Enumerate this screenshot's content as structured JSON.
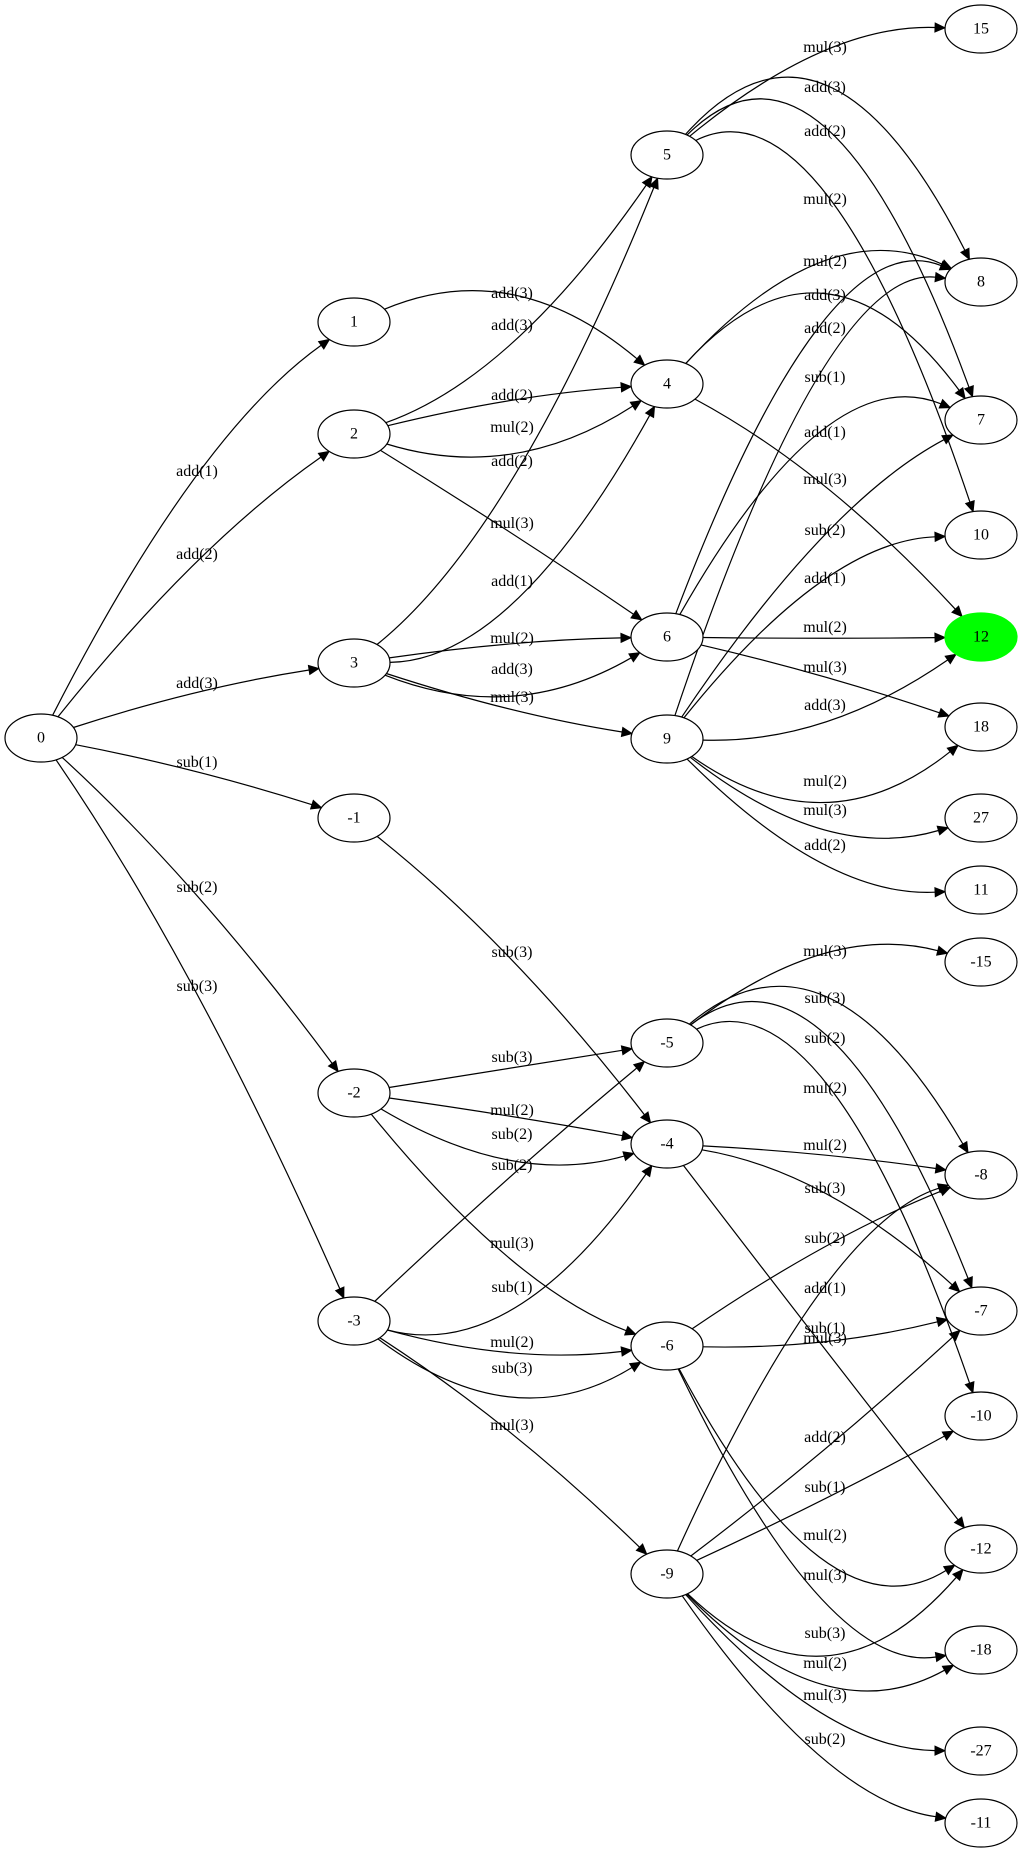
{
  "graph": {
    "highlight_color": "#00ff00",
    "nodes": [
      {
        "id": "0",
        "label": "0"
      },
      {
        "id": "1",
        "label": "1"
      },
      {
        "id": "2",
        "label": "2"
      },
      {
        "id": "3",
        "label": "3"
      },
      {
        "id": "-1",
        "label": "-1"
      },
      {
        "id": "-2",
        "label": "-2"
      },
      {
        "id": "-3",
        "label": "-3"
      },
      {
        "id": "5",
        "label": "5"
      },
      {
        "id": "4",
        "label": "4"
      },
      {
        "id": "6",
        "label": "6"
      },
      {
        "id": "9",
        "label": "9"
      },
      {
        "id": "-5",
        "label": "-5"
      },
      {
        "id": "-4",
        "label": "-4"
      },
      {
        "id": "-6",
        "label": "-6"
      },
      {
        "id": "-9",
        "label": "-9"
      },
      {
        "id": "15",
        "label": "15"
      },
      {
        "id": "8",
        "label": "8"
      },
      {
        "id": "7",
        "label": "7"
      },
      {
        "id": "10",
        "label": "10"
      },
      {
        "id": "12",
        "label": "12",
        "highlighted": true
      },
      {
        "id": "18",
        "label": "18"
      },
      {
        "id": "27",
        "label": "27"
      },
      {
        "id": "11",
        "label": "11"
      },
      {
        "id": "-15",
        "label": "-15"
      },
      {
        "id": "-8",
        "label": "-8"
      },
      {
        "id": "-7",
        "label": "-7"
      },
      {
        "id": "-10",
        "label": "-10"
      },
      {
        "id": "-12",
        "label": "-12"
      },
      {
        "id": "-18",
        "label": "-18"
      },
      {
        "id": "-27",
        "label": "-27"
      },
      {
        "id": "-11",
        "label": "-11"
      }
    ],
    "edges": [
      {
        "from": "0",
        "to": "1",
        "label": "add(1)"
      },
      {
        "from": "0",
        "to": "2",
        "label": "add(2)"
      },
      {
        "from": "0",
        "to": "3",
        "label": "add(3)"
      },
      {
        "from": "0",
        "to": "-1",
        "label": "sub(1)"
      },
      {
        "from": "0",
        "to": "-2",
        "label": "sub(2)"
      },
      {
        "from": "0",
        "to": "-3",
        "label": "sub(3)"
      },
      {
        "from": "1",
        "to": "4",
        "label": "add(3)"
      },
      {
        "from": "2",
        "to": "5",
        "label": "add(3)"
      },
      {
        "from": "2",
        "to": "4",
        "label": "add(2)"
      },
      {
        "from": "2",
        "to": "4",
        "label": "mul(2)"
      },
      {
        "from": "2",
        "to": "6",
        "label": "mul(3)"
      },
      {
        "from": "3",
        "to": "5",
        "label": "add(2)"
      },
      {
        "from": "3",
        "to": "4",
        "label": "add(1)"
      },
      {
        "from": "3",
        "to": "6",
        "label": "mul(2)"
      },
      {
        "from": "3",
        "to": "6",
        "label": "add(3)"
      },
      {
        "from": "3",
        "to": "9",
        "label": "mul(3)"
      },
      {
        "from": "5",
        "to": "15",
        "label": "mul(3)"
      },
      {
        "from": "5",
        "to": "8",
        "label": "add(3)"
      },
      {
        "from": "5",
        "to": "7",
        "label": "add(2)"
      },
      {
        "from": "5",
        "to": "10",
        "label": "mul(2)"
      },
      {
        "from": "4",
        "to": "8",
        "label": "mul(2)"
      },
      {
        "from": "4",
        "to": "7",
        "label": "add(3)"
      },
      {
        "from": "4",
        "to": "12",
        "label": "mul(3)"
      },
      {
        "from": "6",
        "to": "8",
        "label": "add(2)"
      },
      {
        "from": "6",
        "to": "7",
        "label": "add(1)"
      },
      {
        "from": "6",
        "to": "12",
        "label": "mul(2)"
      },
      {
        "from": "6",
        "to": "18",
        "label": "mul(3)"
      },
      {
        "from": "9",
        "to": "8",
        "label": "sub(1)"
      },
      {
        "from": "9",
        "to": "7",
        "label": "sub(2)"
      },
      {
        "from": "9",
        "to": "10",
        "label": "add(1)"
      },
      {
        "from": "9",
        "to": "12",
        "label": "add(3)"
      },
      {
        "from": "9",
        "to": "18",
        "label": "mul(2)"
      },
      {
        "from": "9",
        "to": "27",
        "label": "mul(3)"
      },
      {
        "from": "9",
        "to": "11",
        "label": "add(2)"
      },
      {
        "from": "-1",
        "to": "-4",
        "label": "sub(3)"
      },
      {
        "from": "-2",
        "to": "-5",
        "label": "sub(3)"
      },
      {
        "from": "-2",
        "to": "-4",
        "label": "mul(2)"
      },
      {
        "from": "-2",
        "to": "-4",
        "label": "sub(2)"
      },
      {
        "from": "-2",
        "to": "-6",
        "label": "mul(3)"
      },
      {
        "from": "-3",
        "to": "-5",
        "label": "sub(2)"
      },
      {
        "from": "-3",
        "to": "-4",
        "label": "sub(1)"
      },
      {
        "from": "-3",
        "to": "-6",
        "label": "mul(2)"
      },
      {
        "from": "-3",
        "to": "-6",
        "label": "sub(3)"
      },
      {
        "from": "-3",
        "to": "-9",
        "label": "mul(3)"
      },
      {
        "from": "-5",
        "to": "-15",
        "label": "mul(3)"
      },
      {
        "from": "-5",
        "to": "-8",
        "label": "sub(3)"
      },
      {
        "from": "-5",
        "to": "-7",
        "label": "sub(2)"
      },
      {
        "from": "-5",
        "to": "-10",
        "label": "mul(2)"
      },
      {
        "from": "-4",
        "to": "-8",
        "label": "mul(2)"
      },
      {
        "from": "-4",
        "to": "-7",
        "label": "sub(3)"
      },
      {
        "from": "-4",
        "to": "-12",
        "label": "mul(3)"
      },
      {
        "from": "-6",
        "to": "-8",
        "label": "sub(2)"
      },
      {
        "from": "-6",
        "to": "-7",
        "label": "sub(1)"
      },
      {
        "from": "-6",
        "to": "-12",
        "label": "mul(2)"
      },
      {
        "from": "-6",
        "to": "-18",
        "label": "mul(3)"
      },
      {
        "from": "-9",
        "to": "-8",
        "label": "add(1)"
      },
      {
        "from": "-9",
        "to": "-7",
        "label": "add(2)"
      },
      {
        "from": "-9",
        "to": "-10",
        "label": "sub(1)"
      },
      {
        "from": "-9",
        "to": "-12",
        "label": "sub(3)"
      },
      {
        "from": "-9",
        "to": "-18",
        "label": "mul(2)"
      },
      {
        "from": "-9",
        "to": "-27",
        "label": "mul(3)"
      },
      {
        "from": "-9",
        "to": "-11",
        "label": "sub(2)"
      }
    ]
  }
}
